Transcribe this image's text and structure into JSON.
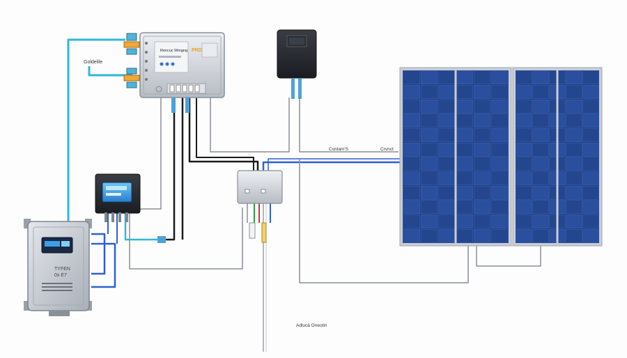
{
  "labels": {
    "controller_title": "Rencuc Wmgng",
    "controller_badge": "PRD",
    "side_label": "Goldelile",
    "inverter_line1": "TYFEN",
    "inverter_line2": "0x E7",
    "connection_label_1": "Conlam'S",
    "connection_label_2": "Crvnct",
    "ground_label": "Adlucá Oneotin"
  },
  "colors": {
    "wire_blue": "#2f5fd0",
    "wire_cyan": "#2fb8d8",
    "wire_black": "#1a1a1a",
    "wire_gray": "#8a8f96",
    "panel_cell": "#1f3f86",
    "panel_frame": "#c9ced6",
    "device_body": "#c5cad2",
    "display_screen": "#3aa0e8"
  },
  "icons": {
    "controller": "charge-controller-icon",
    "meter": "battery-monitor-icon",
    "monitor": "monitor-display-icon",
    "junction": "junction-box-icon",
    "inverter": "inverter-icon",
    "solar": "solar-panel-icon"
  }
}
